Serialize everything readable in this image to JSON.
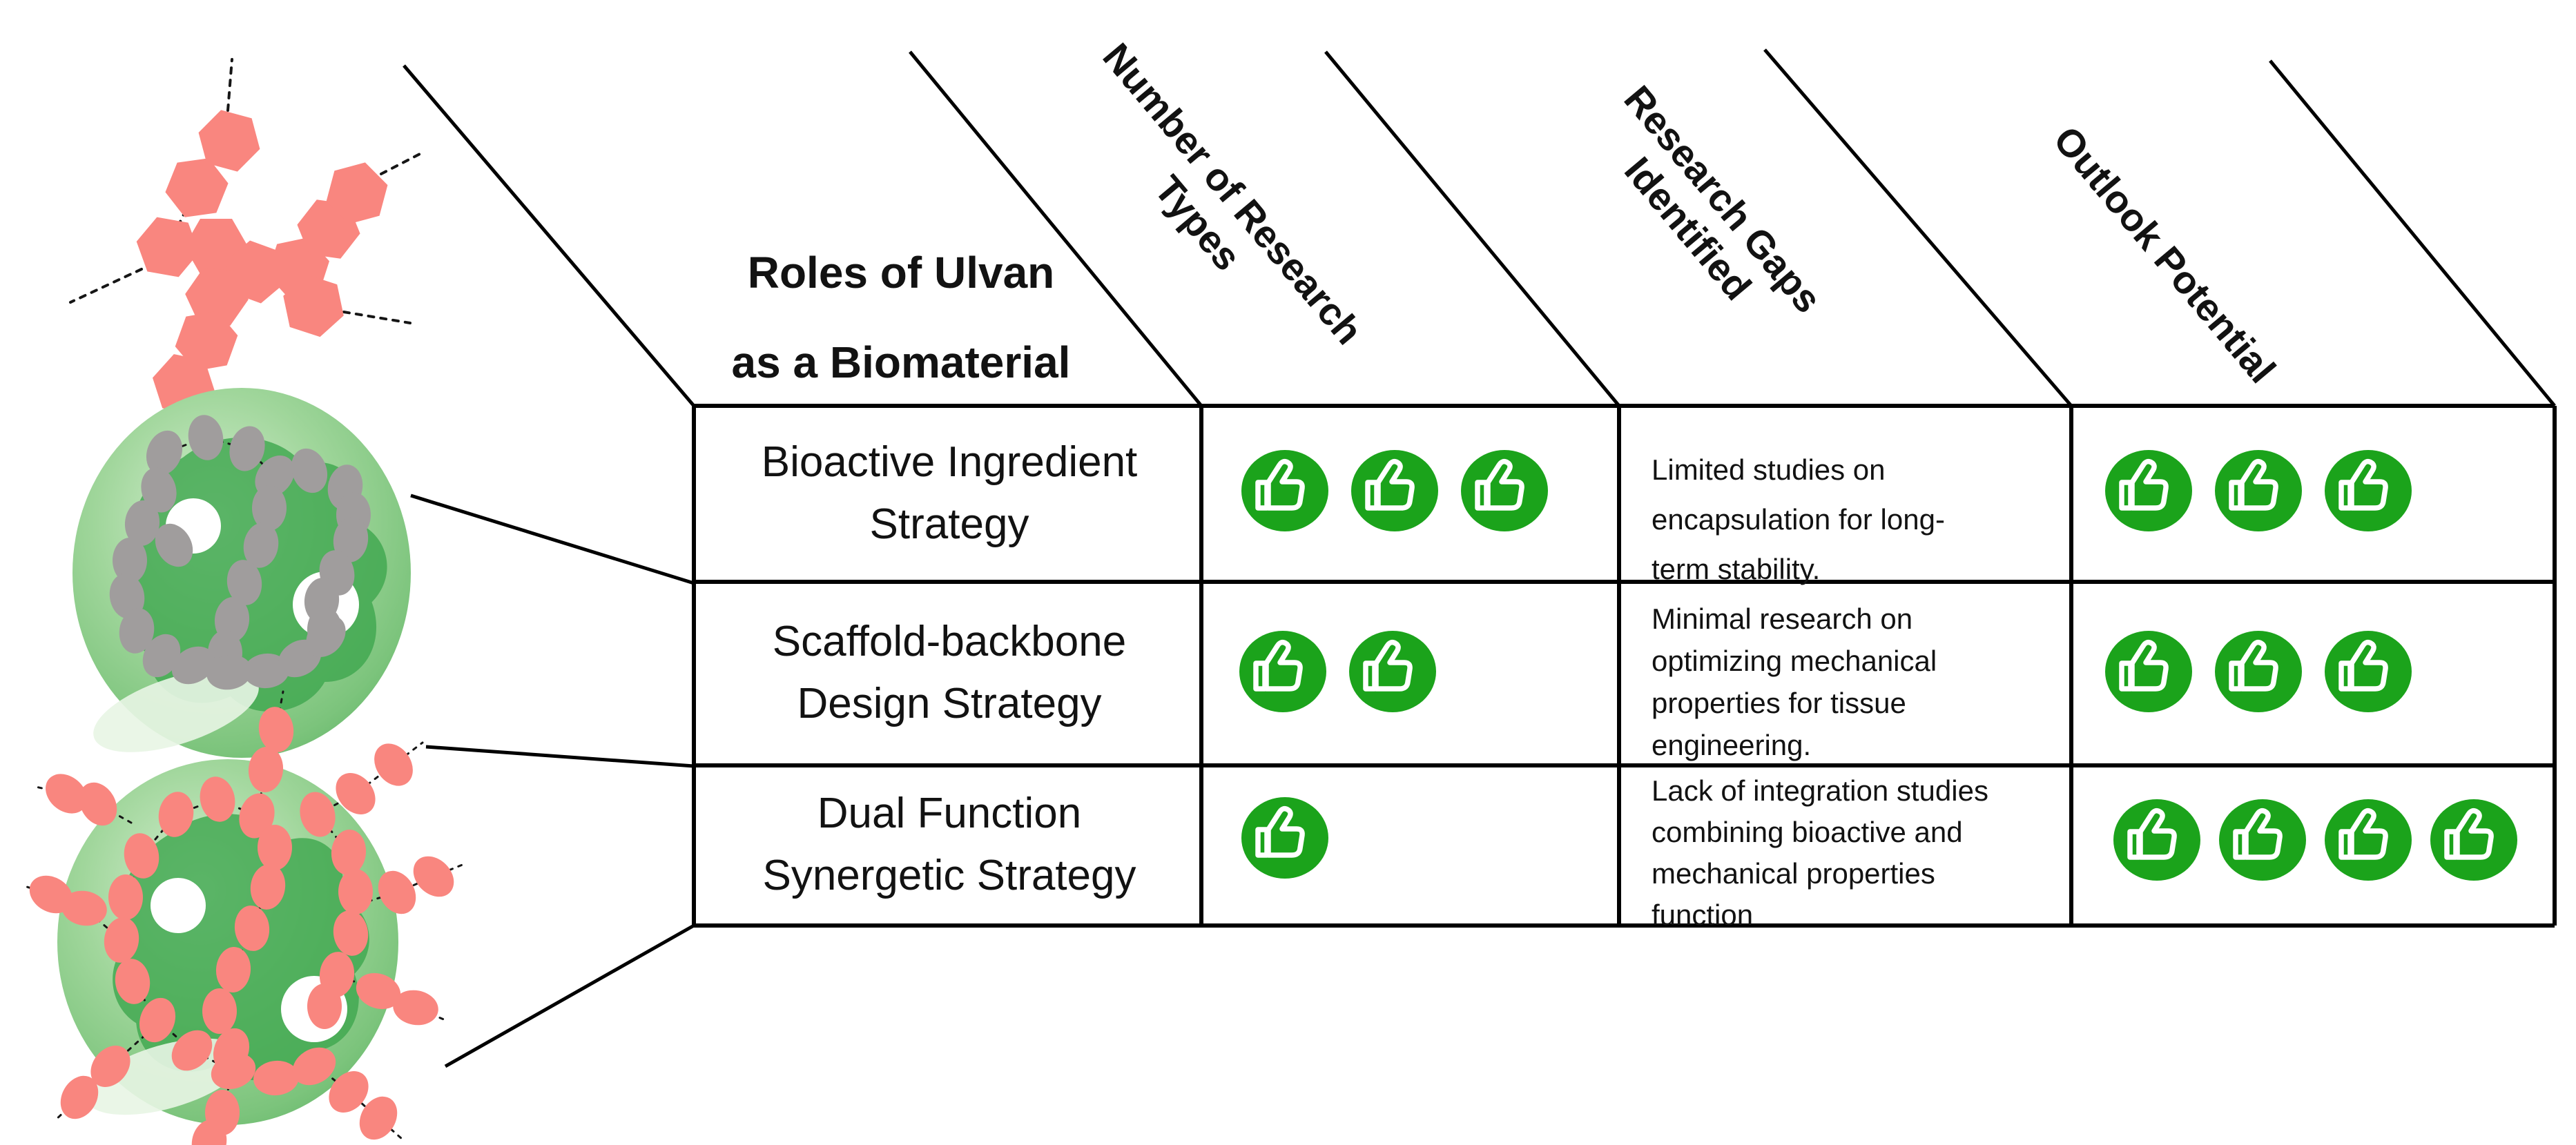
{
  "figure": {
    "corner_header": {
      "line1": "Roles of Ulvan",
      "line2": "as a Biomaterial"
    },
    "column_headers": [
      {
        "line1": "Number of Research",
        "line2": "Types"
      },
      {
        "line1": "Research Gaps",
        "line2": "Identified"
      },
      {
        "line1": "Outlook Potential"
      }
    ],
    "rows": [
      {
        "label_line1": "Bioactive Ingredient",
        "label_line2": "Strategy",
        "research_types_count": 3,
        "gap_lines": [
          "Limited studies on",
          "encapsulation for long-",
          "term stability."
        ],
        "outlook_count": 3
      },
      {
        "label_line1": "Scaffold-backbone",
        "label_line2": "Design Strategy",
        "research_types_count": 2,
        "gap_lines": [
          "Minimal research on",
          "optimizing mechanical",
          "properties for tissue",
          "engineering."
        ],
        "outlook_count": 3
      },
      {
        "label_line1": "Dual Function",
        "label_line2": "Synergetic Strategy",
        "research_types_count": 1,
        "gap_lines": [
          "Lack of integration studies",
          "combining bioactive and",
          "mechanical properties",
          "function"
        ],
        "outlook_count": 4
      }
    ],
    "icons": {
      "rating_icon": "thumbs-up-icon"
    },
    "colors": {
      "thumb_green": "#1ba31b",
      "molecule_pink": "#f9867f",
      "bead_gray": "#a09d9d",
      "sphere_light": "#cdeac8",
      "sphere_mid": "#a0d69b",
      "sphere_edge": "#5eb364",
      "sphere_blob": "#3fa74f",
      "line_black": "#000000",
      "text_black": "#121212"
    },
    "illustrations": [
      {
        "name": "ulvan-polymer-molecule"
      },
      {
        "name": "hydrogel-sphere-gray-polymer-network"
      },
      {
        "name": "hydrogel-sphere-pink-polymer-network"
      }
    ]
  }
}
